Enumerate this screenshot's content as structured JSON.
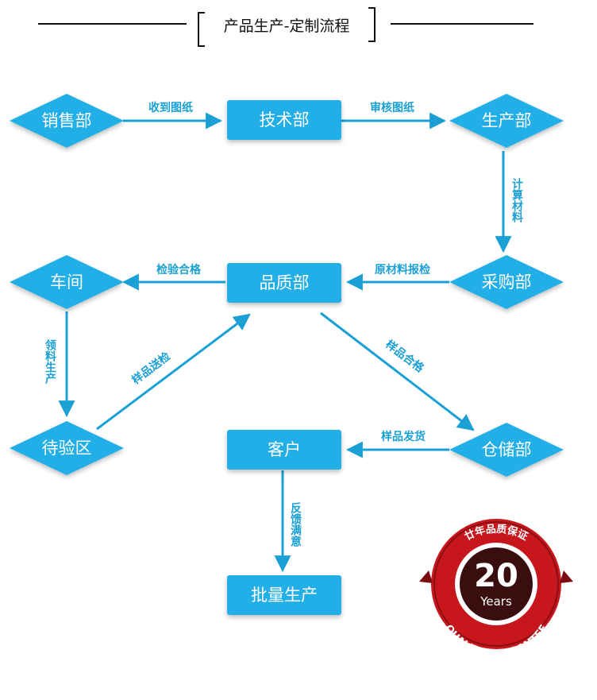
{
  "title": "产品生产-定制流程",
  "colors": {
    "node": "#22aee6",
    "arrow": "#1aa0d4",
    "label": "#1aa0d4",
    "badge_red": "#c8161d",
    "badge_dark": "#3a0d0e"
  },
  "nodes": {
    "sales": "销售部",
    "tech": "技术部",
    "production": "生产部",
    "workshop": "车间",
    "quality": "品质部",
    "purchase": "采购部",
    "pending": "待验区",
    "customer": "客户",
    "warehouse": "仓储部",
    "mass": "批量生产"
  },
  "edges": {
    "receive_drawings": "收到图纸",
    "review_drawings": "审核图纸",
    "calc_materials": "计算材料",
    "inspection_pass": "检验合格",
    "raw_material_check": "原材料报检",
    "collect_materials": "领料生产",
    "sample_submit": "样品送检",
    "sample_pass": "样品合格",
    "sample_ship": "样品发货",
    "feedback": "反馈满意"
  },
  "badge": {
    "number": "20",
    "unit": "Years",
    "top_text": "廿年品质保证",
    "bottom_text": "QUALITY GUARANTEE"
  }
}
